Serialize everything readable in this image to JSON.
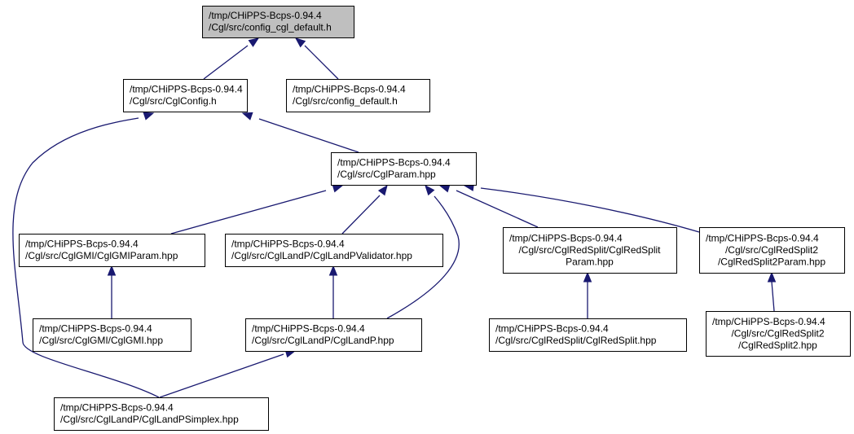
{
  "colors": {
    "edge": "#191970",
    "highlight_fill": "#bfbfbf",
    "node_fill": "#ffffff",
    "border": "#000000"
  },
  "nodes": [
    {
      "id": "config_cgl_default",
      "highlight": true,
      "lines": [
        "/tmp/CHiPPS-Bcps-0.94.4",
        "/Cgl/src/config_cgl_default.h"
      ]
    },
    {
      "id": "cglconfig",
      "lines": [
        "/tmp/CHiPPS-Bcps-0.94.4",
        "/Cgl/src/CglConfig.h"
      ]
    },
    {
      "id": "config_default",
      "lines": [
        "/tmp/CHiPPS-Bcps-0.94.4",
        "/Cgl/src/config_default.h"
      ]
    },
    {
      "id": "cglparam",
      "lines": [
        "/tmp/CHiPPS-Bcps-0.94.4",
        "/Cgl/src/CglParam.hpp"
      ]
    },
    {
      "id": "cglgmiparam",
      "lines": [
        "/tmp/CHiPPS-Bcps-0.94.4",
        "/Cgl/src/CglGMI/CglGMIParam.hpp"
      ]
    },
    {
      "id": "cgllandpvalidator",
      "lines": [
        "/tmp/CHiPPS-Bcps-0.94.4",
        "/Cgl/src/CglLandP/CglLandPValidator.hpp"
      ]
    },
    {
      "id": "cglredsplitparam",
      "lines": [
        "/tmp/CHiPPS-Bcps-0.94.4",
        "/Cgl/src/CglRedSplit/CglRedSplit",
        "Param.hpp"
      ]
    },
    {
      "id": "cglredsplit2param",
      "lines": [
        "/tmp/CHiPPS-Bcps-0.94.4",
        "/Cgl/src/CglRedSplit2",
        "/CglRedSplit2Param.hpp"
      ]
    },
    {
      "id": "cglgmi",
      "lines": [
        "/tmp/CHiPPS-Bcps-0.94.4",
        "/Cgl/src/CglGMI/CglGMI.hpp"
      ]
    },
    {
      "id": "cgllandp",
      "lines": [
        "/tmp/CHiPPS-Bcps-0.94.4",
        "/Cgl/src/CglLandP/CglLandP.hpp"
      ]
    },
    {
      "id": "cglredsplit",
      "lines": [
        "/tmp/CHiPPS-Bcps-0.94.4",
        "/Cgl/src/CglRedSplit/CglRedSplit.hpp"
      ]
    },
    {
      "id": "cglredsplit2",
      "lines": [
        "/tmp/CHiPPS-Bcps-0.94.4",
        "/Cgl/src/CglRedSplit2",
        "/CglRedSplit2.hpp"
      ]
    },
    {
      "id": "cgllandpsimplex",
      "lines": [
        "/tmp/CHiPPS-Bcps-0.94.4",
        "/Cgl/src/CglLandP/CglLandPSimplex.hpp"
      ]
    }
  ],
  "edges": [
    {
      "from": "cglconfig",
      "to": "config_cgl_default"
    },
    {
      "from": "config_default",
      "to": "config_cgl_default"
    },
    {
      "from": "cglparam",
      "to": "cglconfig"
    },
    {
      "from": "cgllandpsimplex",
      "to": "cglconfig"
    },
    {
      "from": "cglgmiparam",
      "to": "cglparam"
    },
    {
      "from": "cgllandpvalidator",
      "to": "cglparam"
    },
    {
      "from": "cgllandp",
      "to": "cglparam"
    },
    {
      "from": "cglredsplitparam",
      "to": "cglparam"
    },
    {
      "from": "cglredsplit2param",
      "to": "cglparam"
    },
    {
      "from": "cglgmi",
      "to": "cglgmiparam"
    },
    {
      "from": "cgllandp",
      "to": "cgllandpvalidator"
    },
    {
      "from": "cglredsplit",
      "to": "cglredsplitparam"
    },
    {
      "from": "cglredsplit2",
      "to": "cglredsplit2param"
    },
    {
      "from": "cgllandpsimplex",
      "to": "cgllandp"
    }
  ]
}
